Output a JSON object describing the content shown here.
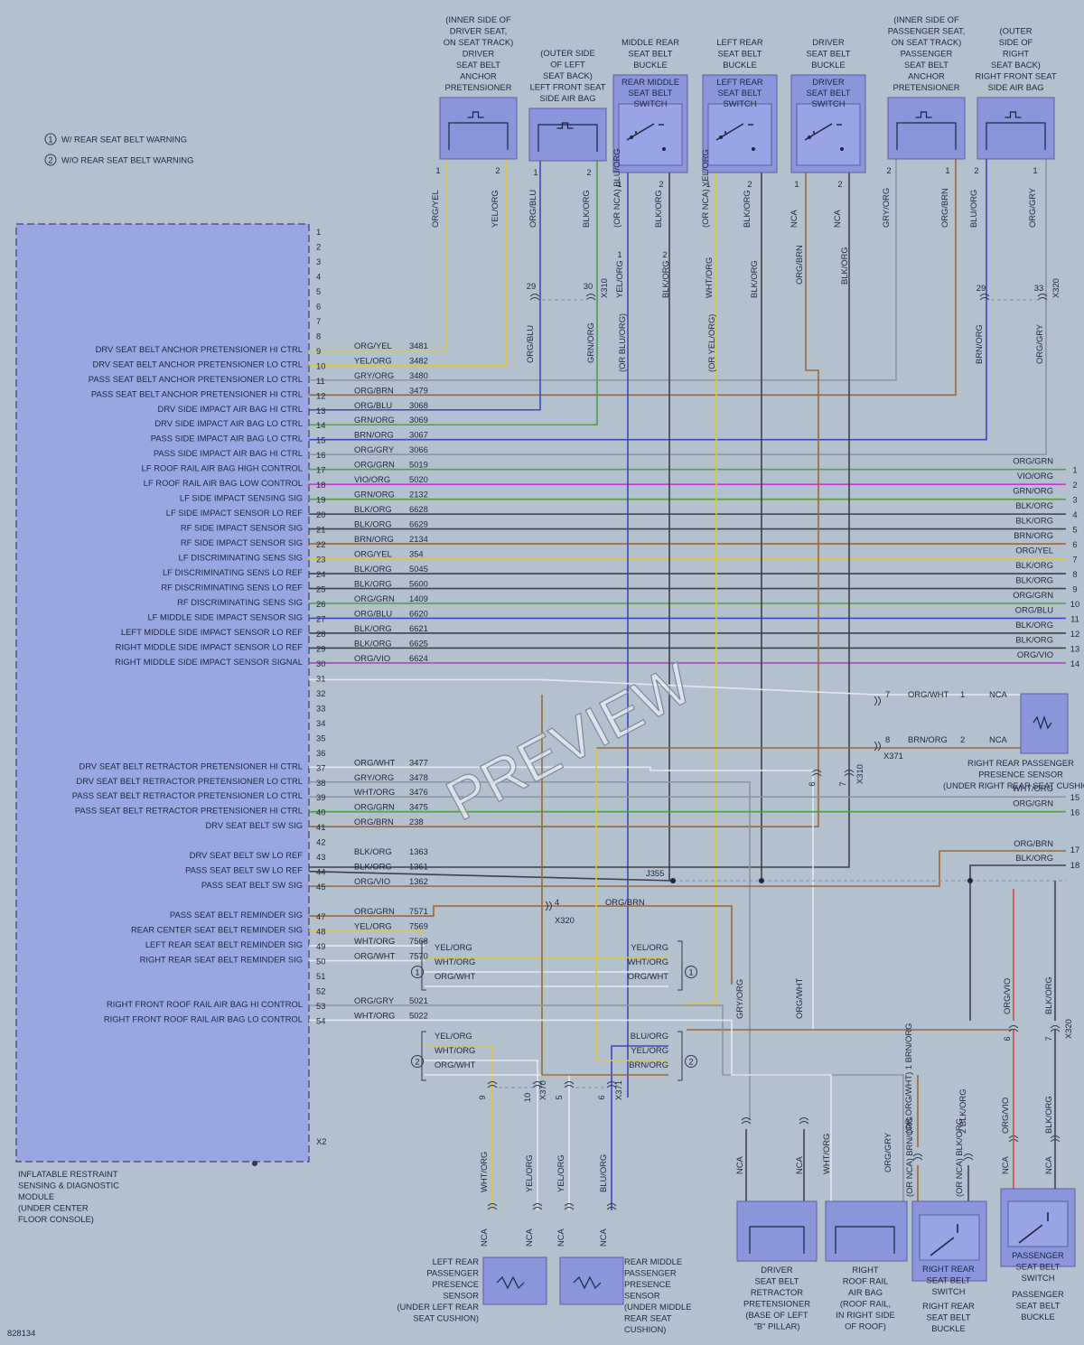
{
  "figure_id": "828134",
  "watermark": "PREVIEW",
  "legend": [
    {
      "num": "1",
      "text": "W/ REAR SEAT BELT WARNING"
    },
    {
      "num": "2",
      "text": "W/O REAR SEAT BELT WARNING"
    }
  ],
  "module": {
    "label": [
      "INFLATABLE RESTRAINT",
      "SENSING & DIAGNOSTIC",
      "MODULE",
      "(UNDER CENTER",
      "FLOOR CONSOLE)"
    ],
    "x2": "X2"
  },
  "top_components": [
    {
      "id": "c1",
      "lines": [
        "(INNER SIDE OF",
        "DRIVER SEAT,",
        "ON SEAT TRACK)",
        "DRIVER",
        "SEAT BELT",
        "ANCHOR",
        "PRETENSIONER"
      ],
      "pins": [
        "1",
        "2"
      ],
      "wires": [
        "ORG/YEL",
        "YEL/ORG"
      ]
    },
    {
      "id": "c2",
      "lines": [
        "(OUTER SIDE",
        "OF LEFT",
        "SEAT BACK)",
        "LEFT FRONT SEAT",
        "SIDE AIR BAG"
      ],
      "pins": [
        "1",
        "2"
      ],
      "wires": [
        "ORG/BLU",
        "BLK/ORG"
      ]
    },
    {
      "id": "c3",
      "lines": [
        "MIDDLE REAR",
        "SEAT BELT",
        "BUCKLE"
      ],
      "inner": [
        "REAR MIDDLE",
        "SEAT BELT",
        "SWITCH"
      ],
      "pins": [
        "1",
        "2"
      ],
      "wires": [
        "(OR NCA) BLU/ORG",
        "BLK/ORG"
      ]
    },
    {
      "id": "c4",
      "lines": [
        "LEFT REAR",
        "SEAT BELT",
        "BUCKLE"
      ],
      "inner": [
        "LEFT REAR",
        "SEAT BELT",
        "SWITCH"
      ],
      "pins": [
        "1",
        "2"
      ],
      "wires": [
        "(OR NCA) YEL/ORG",
        "BLK/ORG"
      ]
    },
    {
      "id": "c5",
      "lines": [
        "DRIVER",
        "SEAT BELT",
        "BUCKLE"
      ],
      "inner": [
        "DRIVER",
        "SEAT BELT",
        "SWITCH"
      ],
      "pins": [
        "1",
        "2"
      ],
      "wires": [
        "NCA",
        "NCA"
      ]
    },
    {
      "id": "c6",
      "lines": [
        "(INNER SIDE OF",
        "PASSENGER SEAT,",
        "ON SEAT TRACK)",
        "PASSENGER",
        "SEAT BELT",
        "ANCHOR",
        "PRETENSIONER"
      ],
      "pins": [
        "2",
        "1"
      ],
      "wires": [
        "GRY/ORG",
        "ORG/BRN"
      ]
    },
    {
      "id": "c7",
      "lines": [
        "(OUTER",
        "SIDE OF",
        "RIGHT",
        "SEAT BACK)",
        "RIGHT FRONT SEAT",
        "SIDE AIR BAG"
      ],
      "pins": [
        "2",
        "1"
      ],
      "wires": [
        "BLU/ORG",
        "ORG/GRY"
      ]
    }
  ],
  "mid_wire_labels": {
    "c2a": "ORG/BLU",
    "c2b": "GRN/ORG",
    "c3a": "YEL/ORG",
    "c3b": "(OR BLU/ORG)",
    "c3c": "BLK/ORG",
    "c4a": "WHT/ORG",
    "c4b": "(OR YEL/ORG)",
    "c4c": "BLK/ORG",
    "c5a": "ORG/BRN",
    "c5b": "BLK/ORG",
    "c7a": "BRN/ORG",
    "c7b": "ORG/GRY",
    "pin1": "1",
    "pin2": "2"
  },
  "connectors": {
    "x310": "X310",
    "x320": "X320",
    "x370": "X370",
    "x371": "X371",
    "j355": "J355",
    "p29": "29",
    "p30": "30",
    "p33": "33",
    "p6": "6",
    "p7": "7",
    "p4": "4",
    "p9": "9",
    "p10": "10",
    "p5": "5",
    "p8": "8"
  },
  "pins": [
    {
      "n": "1"
    },
    {
      "n": "2"
    },
    {
      "n": "3"
    },
    {
      "n": "4"
    },
    {
      "n": "5"
    },
    {
      "n": "6"
    },
    {
      "n": "7"
    },
    {
      "n": "8"
    },
    {
      "n": "9",
      "sig": "DRV SEAT BELT ANCHOR PRETENSIONER HI CTRL",
      "wire": "ORG/YEL",
      "circuit": "3481"
    },
    {
      "n": "10",
      "sig": "DRV SEAT BELT ANCHOR PRETENSIONER LO CTRL",
      "wire": "YEL/ORG",
      "circuit": "3482"
    },
    {
      "n": "11",
      "sig": "PASS SEAT BELT ANCHOR PRETENSIONER LO CTRL",
      "wire": "GRY/ORG",
      "circuit": "3480"
    },
    {
      "n": "12",
      "sig": "PASS SEAT BELT ANCHOR PRETENSIONER HI CTRL",
      "wire": "ORG/BRN",
      "circuit": "3479"
    },
    {
      "n": "13",
      "sig": "DRV SIDE IMPACT AIR BAG HI CTRL",
      "wire": "ORG/BLU",
      "circuit": "3068"
    },
    {
      "n": "14",
      "sig": "DRV SIDE IMPACT AIR BAG LO CTRL",
      "wire": "GRN/ORG",
      "circuit": "3069"
    },
    {
      "n": "15",
      "sig": "PASS SIDE IMPACT AIR BAG LO CTRL",
      "wire": "BRN/ORG",
      "circuit": "3067"
    },
    {
      "n": "16",
      "sig": "PASS SIDE IMPACT AIR BAG HI CTRL",
      "wire": "ORG/GRY",
      "circuit": "3066"
    },
    {
      "n": "17",
      "sig": "LF ROOF RAIL AIR BAG HIGH CONTROL",
      "wire": "ORG/GRN",
      "circuit": "5019",
      "right": "ORG/GRN",
      "rn": "1"
    },
    {
      "n": "18",
      "sig": "LF ROOF RAIL AIR BAG LOW CONTROL",
      "wire": "VIO/ORG",
      "circuit": "5020",
      "right": "VIO/ORG",
      "rn": "2"
    },
    {
      "n": "19",
      "sig": "LF SIDE IMPACT SENSING SIG",
      "wire": "GRN/ORG",
      "circuit": "2132",
      "right": "GRN/ORG",
      "rn": "3"
    },
    {
      "n": "20",
      "sig": "LF SIDE IMPACT SENSOR LO REF",
      "wire": "BLK/ORG",
      "circuit": "6628",
      "right": "BLK/ORG",
      "rn": "4"
    },
    {
      "n": "21",
      "sig": "RF SIDE IMPACT SENSOR SIG",
      "wire": "BLK/ORG",
      "circuit": "6629",
      "right": "BLK/ORG",
      "rn": "5"
    },
    {
      "n": "22",
      "sig": "RF SIDE IMPACT SENSOR SIG",
      "wire": "BRN/ORG",
      "circuit": "2134",
      "right": "BRN/ORG",
      "rn": "6"
    },
    {
      "n": "23",
      "sig": "LF DISCRIMINATING SENS SIG",
      "wire": "ORG/YEL",
      "circuit": "354",
      "right": "ORG/YEL",
      "rn": "7"
    },
    {
      "n": "24",
      "sig": "LF DISCRIMINATING SENS LO REF",
      "wire": "BLK/ORG",
      "circuit": "5045",
      "right": "BLK/ORG",
      "rn": "8"
    },
    {
      "n": "25",
      "sig": "RF DISCRIMINATING SENS LO REF",
      "wire": "BLK/ORG",
      "circuit": "5600",
      "right": "BLK/ORG",
      "rn": "9"
    },
    {
      "n": "26",
      "sig": "RF DISCRIMINATING SENS SIG",
      "wire": "ORG/GRN",
      "circuit": "1409",
      "right": "ORG/GRN",
      "rn": "10"
    },
    {
      "n": "27",
      "sig": "LF MIDDLE SIDE IMPACT SENSOR SIG",
      "wire": "ORG/BLU",
      "circuit": "6620",
      "right": "ORG/BLU",
      "rn": "11"
    },
    {
      "n": "28",
      "sig": "LEFT MIDDLE SIDE IMPACT SENSOR LO REF",
      "wire": "BLK/ORG",
      "circuit": "6621",
      "right": "BLK/ORG",
      "rn": "12"
    },
    {
      "n": "29",
      "sig": "RIGHT MIDDLE SIDE IMPACT SENSOR LO REF",
      "wire": "BLK/ORG",
      "circuit": "6625",
      "right": "BLK/ORG",
      "rn": "13"
    },
    {
      "n": "30",
      "sig": "RIGHT MIDDLE SIDE IMPACT SENSOR SIGNAL",
      "wire": "ORG/VIO",
      "circuit": "6624",
      "right": "ORG/VIO",
      "rn": "14"
    },
    {
      "n": "31"
    },
    {
      "n": "32"
    },
    {
      "n": "33"
    },
    {
      "n": "34"
    },
    {
      "n": "35"
    },
    {
      "n": "36"
    },
    {
      "n": "37",
      "sig": "DRV SEAT BELT RETRACTOR PRETENSIONER HI CTRL",
      "wire": "ORG/WHT",
      "circuit": "3477"
    },
    {
      "n": "38",
      "sig": "DRV SEAT BELT RETRACTOR PRETENSIONER LO CTRL",
      "wire": "GRY/ORG",
      "circuit": "3478"
    },
    {
      "n": "39",
      "sig": "PASS SEAT BELT RETRACTOR PRETENSIONER LO CTRL",
      "wire": "WHT/ORG",
      "circuit": "3476",
      "right": "WHT/ORG",
      "rn": "15"
    },
    {
      "n": "40",
      "sig": "PASS SEAT BELT RETRACTOR PRETENSIONER HI CTRL",
      "wire": "ORG/GRN",
      "circuit": "3475",
      "right": "ORG/GRN",
      "rn": "16"
    },
    {
      "n": "41",
      "sig": "DRV SEAT BELT SW SIG",
      "wire": "ORG/BRN",
      "circuit": "238"
    },
    {
      "n": "42"
    },
    {
      "n": "43",
      "sig": "DRV SEAT BELT SW LO REF",
      "wire": "BLK/ORG",
      "circuit": "1363"
    },
    {
      "n": "44",
      "sig": "PASS SEAT BELT SW LO REF",
      "wire": "BLK/ORG",
      "circuit": "1361"
    },
    {
      "n": "45",
      "sig": "PASS SEAT BELT SW SIG",
      "wire": "ORG/VIO",
      "circuit": "1362"
    },
    {
      "n": "47",
      "sig": "PASS SEAT BELT REMINDER SIG",
      "wire": "ORG/GRN",
      "circuit": "7571"
    },
    {
      "n": "48",
      "sig": "REAR CENTER SEAT BELT REMINDER SIG",
      "wire": "YEL/ORG",
      "circuit": "7569"
    },
    {
      "n": "49",
      "sig": "LEFT REAR SEAT BELT REMINDER SIG",
      "wire": "WHT/ORG",
      "circuit": "7568"
    },
    {
      "n": "50",
      "sig": "RIGHT REAR SEAT BELT REMINDER SIG",
      "wire": "ORG/WHT",
      "circuit": "7570"
    },
    {
      "n": "51"
    },
    {
      "n": "52"
    },
    {
      "n": "53",
      "sig": "RIGHT FRONT ROOF RAIL AIR BAG HI CONTROL",
      "wire": "ORG/GRY",
      "circuit": "5021"
    },
    {
      "n": "54",
      "sig": "RIGHT FRONT ROOF RAIL AIR BAG LO CONTROL",
      "wire": "WHT/ORG",
      "circuit": "5022"
    }
  ],
  "right_extra": [
    {
      "wire": "ORG/BRN",
      "rn": "17"
    },
    {
      "wire": "BLK/ORG",
      "rn": "18"
    },
    {
      "wire": "ORG/BRN",
      "label": "ORG/BRN"
    }
  ],
  "sensor_rr": {
    "lines": [
      "RIGHT REAR PASSENGER",
      "PRESENCE SENSOR",
      "(UNDER RIGHT REAR SEAT CUSHION)"
    ],
    "w1": "ORG/WHT",
    "w2": "BRN/ORG",
    "p7": "7",
    "p8": "8",
    "n1": "1",
    "n2": "2",
    "nca": "NCA"
  },
  "bracket1": {
    "left": [
      "YEL/ORG",
      "WHT/ORG",
      "ORG/WHT"
    ],
    "right": [
      "YEL/ORG",
      "WHT/ORG",
      "ORG/WHT"
    ]
  },
  "bracket2": {
    "left": [
      "YEL/ORG",
      "WHT/ORG",
      "ORG/WHT"
    ],
    "right": [
      "BLU/ORG",
      "YEL/ORG",
      "BRN/ORG"
    ]
  },
  "bottom": {
    "lr_sensor": [
      "LEFT REAR",
      "PASSENGER",
      "PRESENCE",
      "SENSOR",
      "(UNDER LEFT REAR",
      "SEAT CUSHION)"
    ],
    "rm_sensor": [
      "REAR MIDDLE",
      "PASSENGER",
      "PRESENCE",
      "SENSOR",
      "(UNDER MIDDLE",
      "REAR SEAT",
      "CUSHION)"
    ],
    "drv_retr": [
      "DRIVER",
      "SEAT BELT",
      "RETRACTOR",
      "PRETENSIONER",
      "(BASE OF LEFT",
      "\"B\" PILLAR)"
    ],
    "roof": [
      "RIGHT",
      "ROOF RAIL",
      "AIR BAG",
      "(ROOF RAIL,",
      "IN RIGHT SIDE",
      "OF ROOF)"
    ],
    "rr_sw": [
      "RIGHT REAR",
      "SEAT BELT",
      "SWITCH"
    ],
    "rr_buckle": [
      "RIGHT REAR",
      "SEAT BELT",
      "BUCKLE"
    ],
    "pass_sw": [
      "PASSENGER",
      "SEAT BELT",
      "SWITCH"
    ],
    "pass_buckle": [
      "PASSENGER",
      "SEAT BELT",
      "BUCKLE"
    ],
    "wires": {
      "b1": "WHT/ORG",
      "b2": "YEL/ORG",
      "b3": "YEL/ORG",
      "b4": "BLU/ORG",
      "nca": "NCA",
      "d1": "NCA",
      "d2": "NCA",
      "r1": "WHT/ORG",
      "r2": "ORG/GRY",
      "s1": "(OR NCA) BRN/ORG",
      "s2": "(OR NCA) BLK/ORG",
      "s1b": "(OR ORG/WHT) 1 BRN/ORG",
      "s2b": "2 BLK/ORG",
      "p1": "NCA",
      "p2": "NCA",
      "p1b": "ORG/VIO",
      "p2b": "BLK/ORG",
      "v1": "GRY/ORG",
      "v2": "ORG/WHT",
      "v3": "ORG/VIO",
      "v4": "BLK/ORG"
    }
  },
  "colors": {
    "ORG": "#e8a048",
    "YEL": "#d8c840",
    "BLU": "#3a46c8",
    "GRN": "#4f9e48",
    "GRY": "#8e949c",
    "BRN": "#9a6838",
    "BLK": "#404048",
    "VIO": "#b442c8",
    "WHT": "#e8e8ee",
    "RED": "#d04848",
    "PINK": "#d06080"
  }
}
